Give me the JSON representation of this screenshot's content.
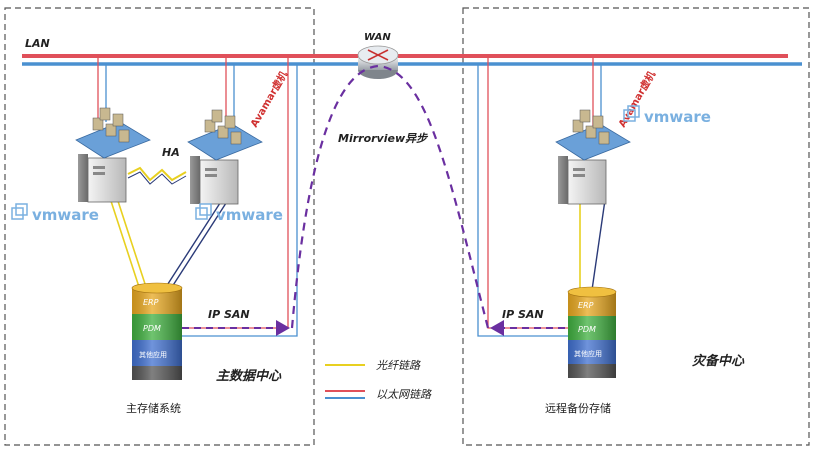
{
  "network": {
    "lan_label": "LAN",
    "wan_label": "WAN",
    "mirror_label": "Mirrorview异步"
  },
  "primary": {
    "zone_label": "主数据中心",
    "ha_label": "HA",
    "vm_label": "Avamar虚机",
    "vmware_left": "vmware",
    "vmware_right": "vmware",
    "ip_san_label": "IP SAN",
    "storage_label": "主存储系统",
    "storage_layers": [
      "ERP",
      "PDM",
      "其他应用"
    ]
  },
  "backup": {
    "zone_label": "灾备中心",
    "vm_label": "Avamar虚机",
    "vmware": "vmware",
    "ip_san_label": "IP SAN",
    "storage_label": "远程备份存储",
    "storage_layers": [
      "ERP",
      "PDM",
      "其他应用"
    ]
  },
  "legend": {
    "fiber_label": "光纤链路",
    "ethernet_label": "以太网链路"
  },
  "colors": {
    "lan": "#e0505a",
    "wan_blue": "#4a90d0",
    "fiber": "#e8d020",
    "mirror": "#6a2fa0",
    "erp": "#e8a820",
    "pdm": "#40b040",
    "other": "#4070d0"
  }
}
